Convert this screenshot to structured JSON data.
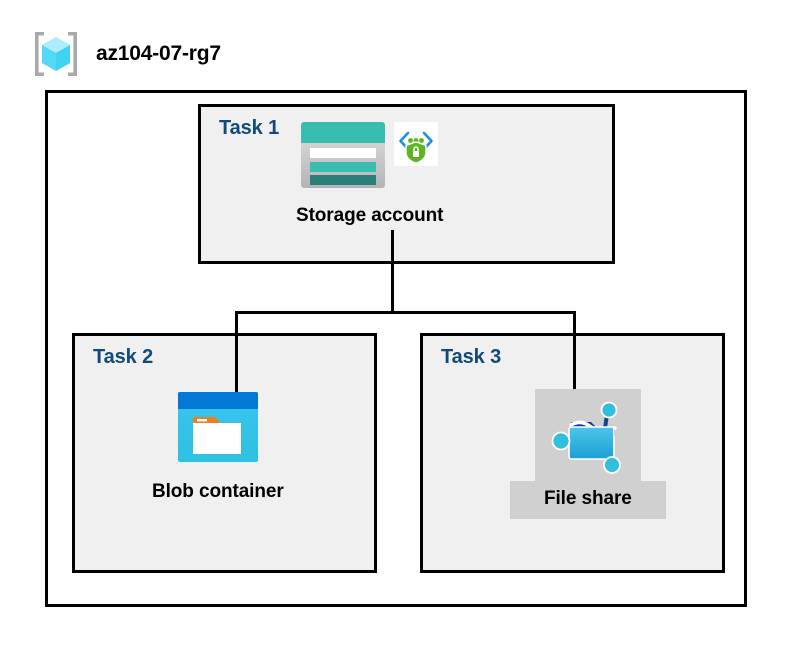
{
  "header": {
    "icon": "resource-group-icon",
    "title": "az104-07-rg7"
  },
  "container": {
    "name": "resource-group-container"
  },
  "tasks": [
    {
      "label": "Task 1",
      "node": {
        "caption": "Storage account",
        "icons": [
          "storage-account-icon",
          "secure-endpoint-shield-icon"
        ],
        "highlighted": false
      }
    },
    {
      "label": "Task 2",
      "node": {
        "caption": "Blob container",
        "icons": [
          "blob-container-icon"
        ],
        "highlighted": false
      }
    },
    {
      "label": "Task 3",
      "node": {
        "caption": "File share",
        "icons": [
          "file-share-icon"
        ],
        "highlighted": true
      }
    }
  ],
  "connectors": [
    {
      "name": "storage-to-branch"
    },
    {
      "name": "branch-horizontal"
    },
    {
      "name": "branch-to-blob"
    },
    {
      "name": "branch-to-fileshare"
    }
  ],
  "colors": {
    "task_label": "#104A7D",
    "box_border": "#000000",
    "box_fill": "#f0f0f0",
    "highlight": "#d0d0d0",
    "storage_teal": "#37beb0",
    "storage_teal_dark": "#2a7e78",
    "blob_blue": "#0078d4",
    "blob_cyan": "#32bedd",
    "blob_orange": "#f07c20",
    "fileshare_blue": "#32bedd",
    "shield_green": "#5fb422",
    "cube_cyan": "#54d9f5"
  }
}
